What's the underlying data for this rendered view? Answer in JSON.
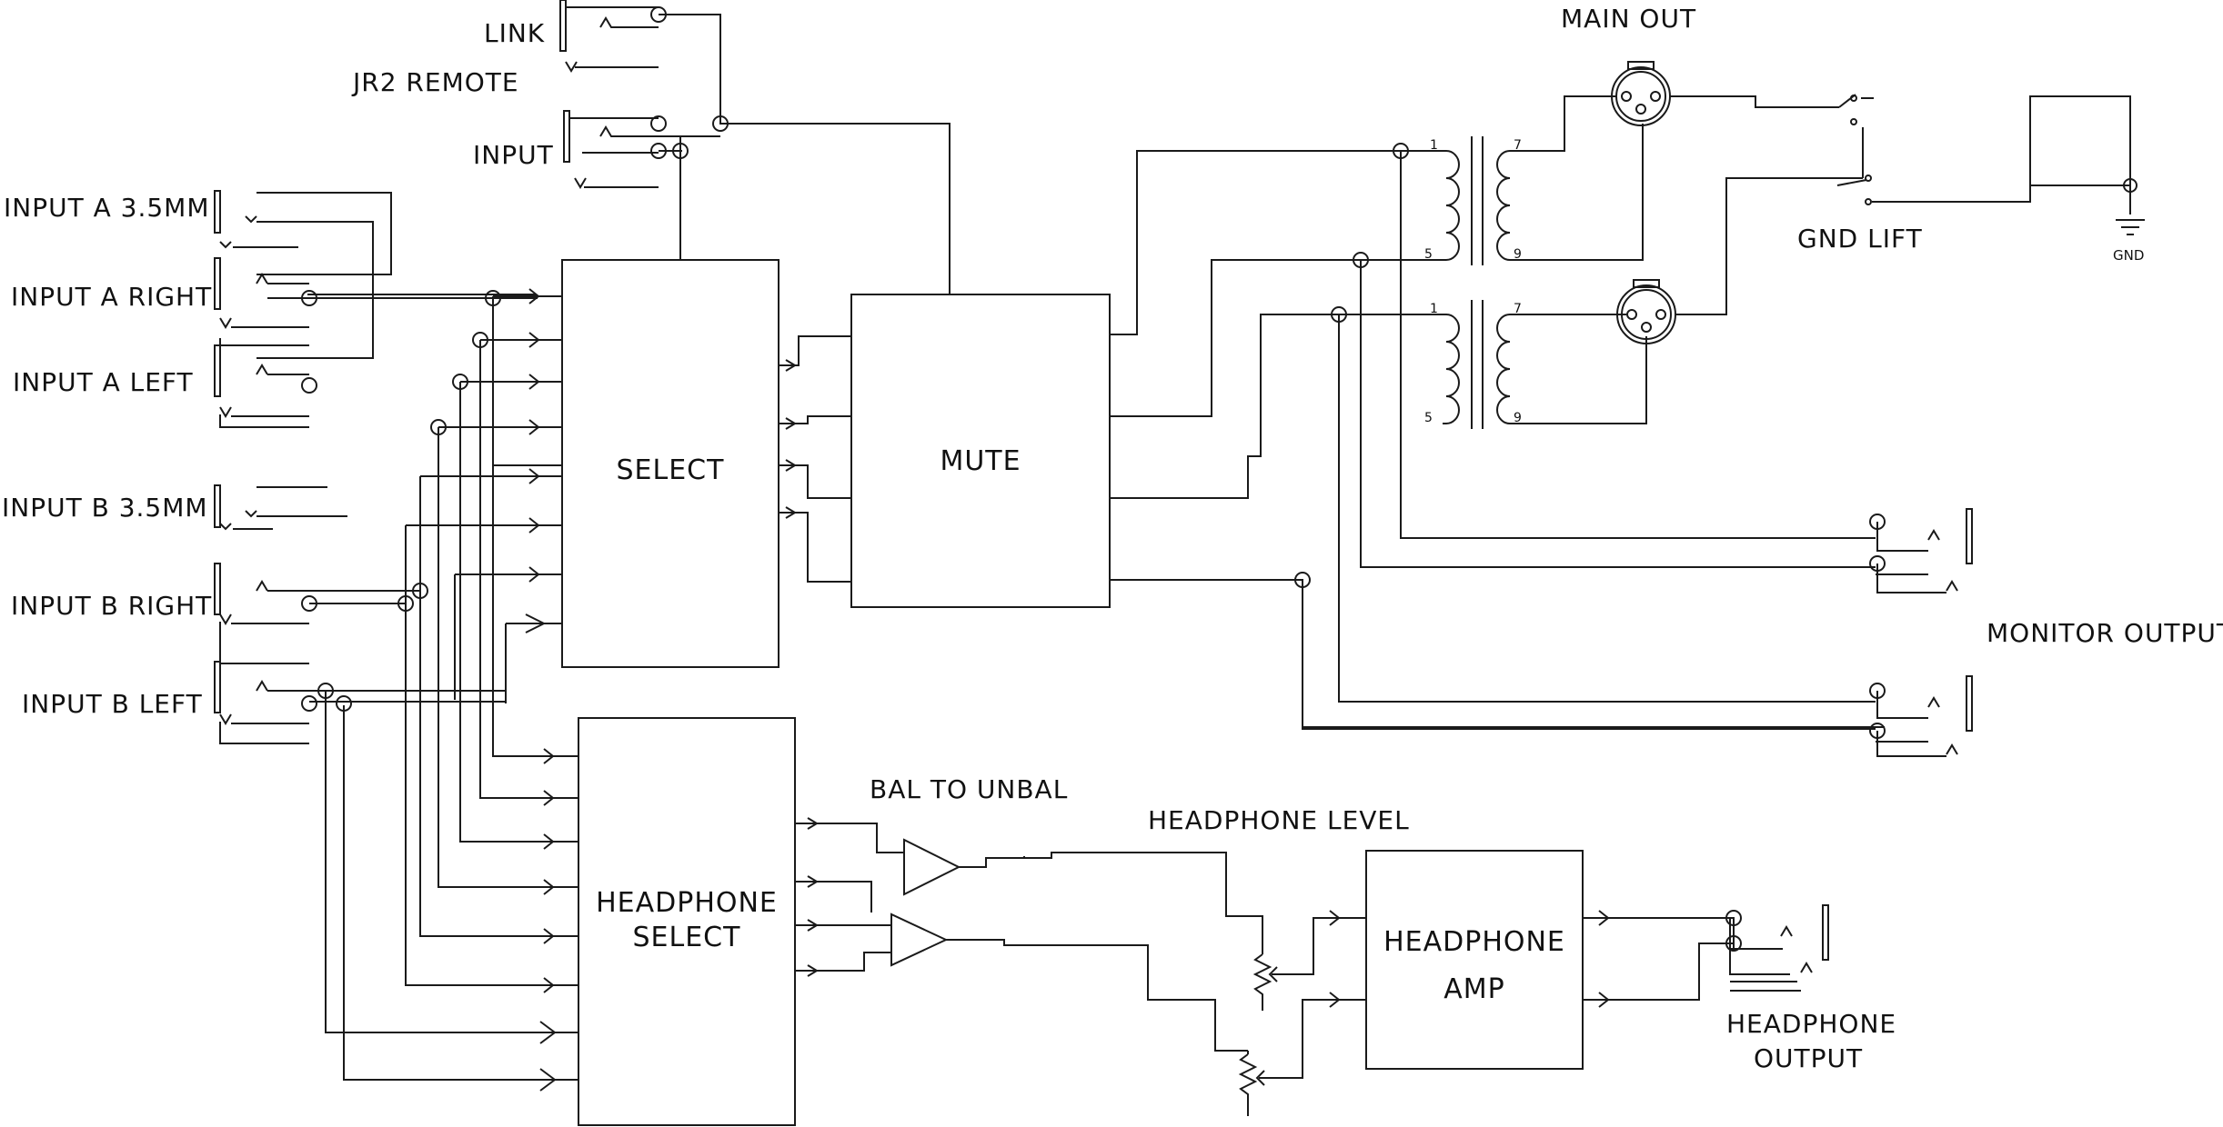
{
  "labels": {
    "link": "LINK",
    "jr2_remote": "JR2 REMOTE",
    "input": "INPUT",
    "input_a_35": "INPUT A 3.5MM",
    "input_a_right": "INPUT A RIGHT",
    "input_a_left": "INPUT A LEFT",
    "input_b_35": "INPUT B 3.5MM",
    "input_b_right": "INPUT B RIGHT",
    "input_b_left": "INPUT B LEFT",
    "main_out": "MAIN OUT",
    "gnd_lift": "GND LIFT",
    "gnd": "GND",
    "monitor_output": "MONITOR OUTPUT",
    "bal_to_unbal": "BAL TO UNBAL",
    "headphone_level": "HEADPHONE LEVEL",
    "headphone_output_1": "HEADPHONE",
    "headphone_output_2": "OUTPUT"
  },
  "blocks": {
    "select": "SELECT",
    "mute": "MUTE",
    "headphone_select_1": "HEADPHONE",
    "headphone_select_2": "SELECT",
    "headphone_amp_1": "HEADPHONE",
    "headphone_amp_2": "AMP"
  },
  "transformer_pins": {
    "upper": [
      "1",
      "5",
      "7",
      "9"
    ],
    "lower": [
      "1",
      "5",
      "7",
      "9"
    ]
  }
}
